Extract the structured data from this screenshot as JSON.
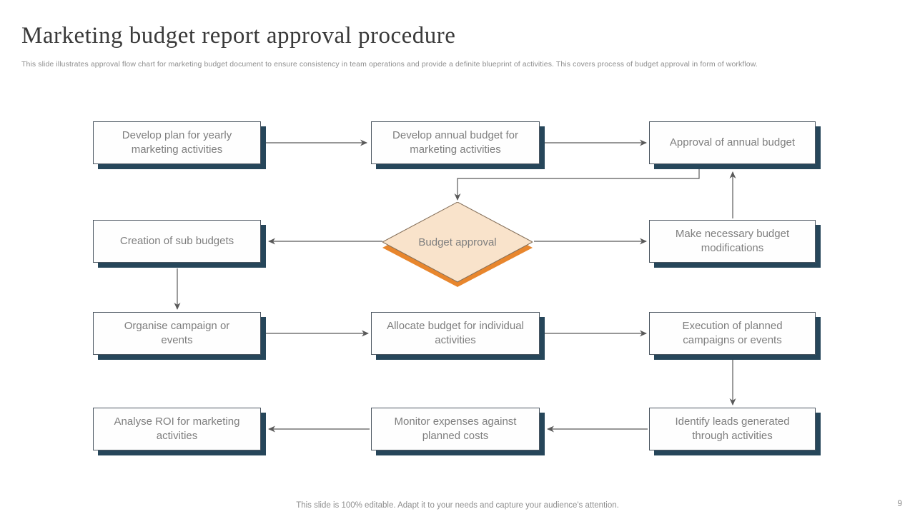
{
  "slide": {
    "title": "Marketing budget report approval procedure",
    "subtitle": "This slide illustrates approval flow chart for marketing budget document to ensure consistency in team operations and provide a definite blueprint of activities. This covers process of budget approval in form of workflow.",
    "footer_note": "This slide is 100% editable. Adapt it to your needs and capture your audience's attention.",
    "page_number": "9"
  },
  "colors": {
    "box_border": "#4b5661",
    "box_shadow_navy": "#26465a",
    "box_text_gray": "#7e7e7e",
    "diamond_fill": "#f9e3cb",
    "diamond_border": "#85705a",
    "diamond_shadow_orange": "#e8862d",
    "connector_gray": "#595959",
    "title_color": "#3a3a3a",
    "muted_text": "#8f8f8f"
  },
  "flowchart": {
    "nodes": {
      "develop_plan": {
        "label": "Develop plan for yearly marketing activities"
      },
      "develop_annual_budget": {
        "label": "Develop annual budget for marketing activities"
      },
      "approval_annual_budget": {
        "label": "Approval of annual budget"
      },
      "creation_sub_budgets": {
        "label": "Creation of sub budgets"
      },
      "budget_approval": {
        "label": "Budget approval"
      },
      "make_modifications": {
        "label": "Make necessary budget modifications"
      },
      "organise_campaign": {
        "label": "Organise campaign or events"
      },
      "allocate_budget": {
        "label": "Allocate budget for individual activities"
      },
      "execution_campaigns": {
        "label": "Execution of planned campaigns or events"
      },
      "analyse_roi": {
        "label": "Analyse ROI for marketing activities"
      },
      "monitor_expenses": {
        "label": "Monitor expenses against planned costs"
      },
      "identify_leads": {
        "label": "Identify leads generated through activities"
      }
    },
    "edges": [
      {
        "from": "develop_plan",
        "to": "develop_annual_budget"
      },
      {
        "from": "develop_annual_budget",
        "to": "approval_annual_budget"
      },
      {
        "from": "approval_annual_budget",
        "to": "budget_approval"
      },
      {
        "from": "budget_approval",
        "to": "creation_sub_budgets"
      },
      {
        "from": "budget_approval",
        "to": "make_modifications"
      },
      {
        "from": "make_modifications",
        "to": "approval_annual_budget"
      },
      {
        "from": "creation_sub_budgets",
        "to": "organise_campaign"
      },
      {
        "from": "organise_campaign",
        "to": "allocate_budget"
      },
      {
        "from": "allocate_budget",
        "to": "execution_campaigns"
      },
      {
        "from": "execution_campaigns",
        "to": "identify_leads"
      },
      {
        "from": "identify_leads",
        "to": "monitor_expenses"
      },
      {
        "from": "monitor_expenses",
        "to": "analyse_roi"
      }
    ]
  }
}
